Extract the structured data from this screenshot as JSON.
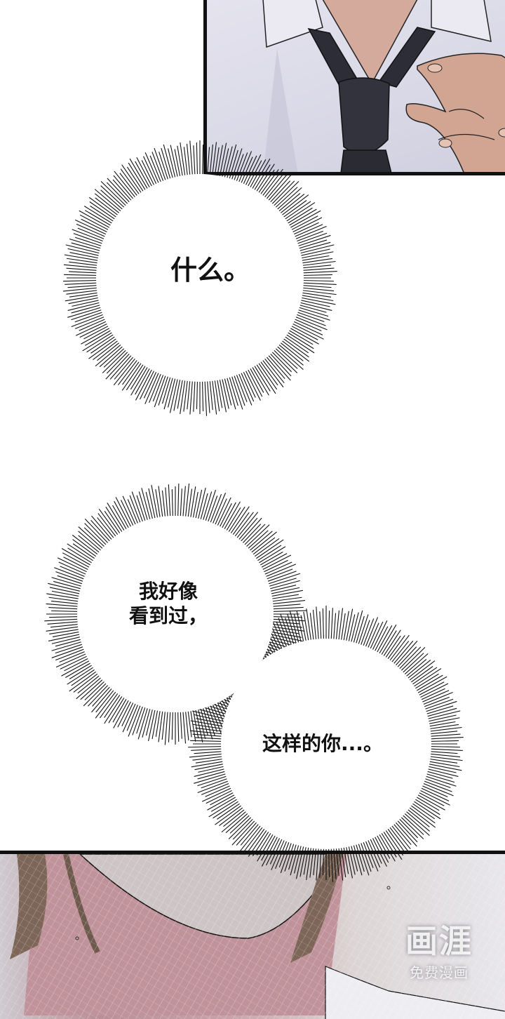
{
  "page": {
    "type": "webtoon-page",
    "background": "#ffffff"
  },
  "panels": [
    {
      "id": "top",
      "description": "close-up of shirt collar and loosened dark tie with hand",
      "colors": {
        "shirt": "#dcdbe8",
        "tie": "#2c2d36",
        "skin": "#d1a596",
        "border": "#111111"
      }
    },
    {
      "id": "bottom",
      "description": "close-up of chin and neck with brown hair",
      "colors": {
        "skin": "#c29aa0",
        "hair": "#7a6556",
        "border": "#111111"
      }
    }
  ],
  "bubbles": [
    {
      "id": "bubble-1",
      "style": "burst",
      "text": "什么。"
    },
    {
      "id": "bubble-2",
      "style": "burst",
      "text": "我好像\n看到过，"
    },
    {
      "id": "bubble-3",
      "style": "burst",
      "text": "这样的你...。"
    }
  ],
  "watermark": {
    "logo": "画涯",
    "subtitle": "免费漫画"
  }
}
